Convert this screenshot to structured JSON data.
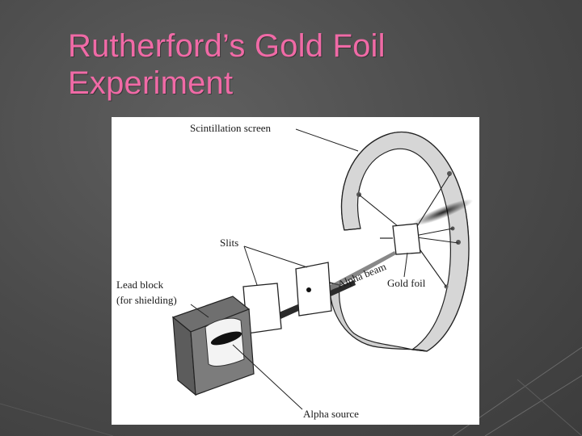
{
  "slide": {
    "title": "Rutherford’s Gold Foil Experiment"
  },
  "diagram": {
    "labels": {
      "scintillation_screen": "Scintillation screen",
      "slits": "Slits",
      "lead_block_line1": "Lead block",
      "lead_block_line2": "(for shielding)",
      "alpha_beam": "Alpha beam",
      "gold_foil": "Gold foil",
      "alpha_source": "Alpha source"
    }
  },
  "colors": {
    "title": "#f06aa6",
    "background": "#4a4a4a",
    "diagram_bg": "#ffffff"
  }
}
